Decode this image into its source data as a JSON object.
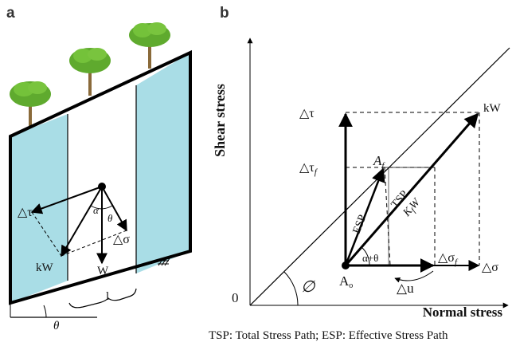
{
  "panels": {
    "a": "a",
    "b": "b"
  },
  "panel_a": {
    "labels": {
      "delta_tau": "△τ",
      "alpha": "α",
      "theta": "θ",
      "delta_sigma": "△σ",
      "kW": "kW",
      "W": "W",
      "l": "l",
      "theta_slope": "θ"
    }
  },
  "panel_b": {
    "y_axis_label": "Shear stress",
    "x_axis_label": "Normal stress",
    "origin": "0",
    "labels": {
      "delta_tau": "△τ",
      "delta_tau_f": "△τ",
      "delta_tau_f_sub": "f",
      "A_f": "A",
      "A_f_sub": "f",
      "kW": "kW",
      "ESP": "ESP",
      "TSP": "TSP",
      "KfW": "K",
      "KfW_sub": "f",
      "KfW_tail": "W",
      "alpha_theta": "α+θ",
      "A_0": "A",
      "A_0_sub": "o",
      "delta_sigma_f": "△σ",
      "delta_sigma_f_sub": "f",
      "delta_sigma": "△σ",
      "delta_u": "△u",
      "phi": "∅"
    }
  },
  "caption": "TSP: Total Stress Path; ESP: Effective Stress Path",
  "colors": {
    "slope_fill": "#a9dde6",
    "tree_canopy": "#5faa2e",
    "tree_trunk": "#8a6a3a",
    "line": "#000000"
  }
}
